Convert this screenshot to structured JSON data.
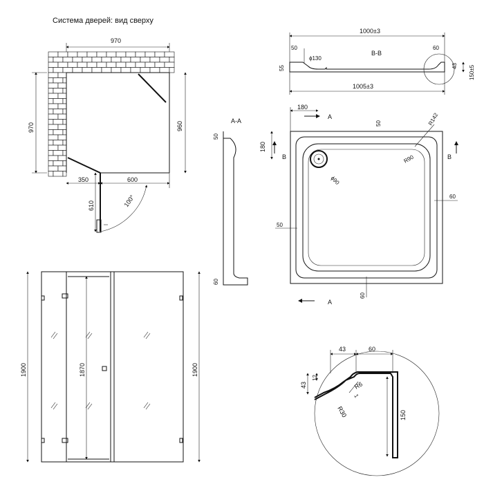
{
  "title": "Система дверей: вид сверху",
  "plan": {
    "width": "970",
    "depth_left": "970",
    "depth_right": "960",
    "seg_left": "350",
    "seg_right": "600",
    "door_swing": "610",
    "angle": "100°"
  },
  "section_bb": {
    "label": "B-B",
    "top_dim": "1000±3",
    "bottom_dim": "1005±3",
    "left_w": "50",
    "right_w": "60",
    "left_h": "55",
    "right_h": "43",
    "height": "150±5",
    "drain": "ϕ130"
  },
  "section_aa": {
    "label": "A-A",
    "top": "50",
    "bottom": "60"
  },
  "tray": {
    "a_top": "A",
    "a_bottom": "A",
    "b_left": "B",
    "b_right": "B",
    "offset_top": "180",
    "offset_left": "180",
    "rim_top": "50",
    "radius_outer": "R142",
    "radius_inner": "R90",
    "drain": "ϕ90",
    "rim_right": "60",
    "rim_left": "50",
    "rim_bottom": "60"
  },
  "elevation": {
    "height_left": "1900",
    "height_right": "1900",
    "door_height": "1870"
  },
  "detail": {
    "w1": "43",
    "w2": "60",
    "h1": "43",
    "h2": "12",
    "r_small": "R6",
    "r_large": "R30",
    "t": "1",
    "height": "150"
  }
}
